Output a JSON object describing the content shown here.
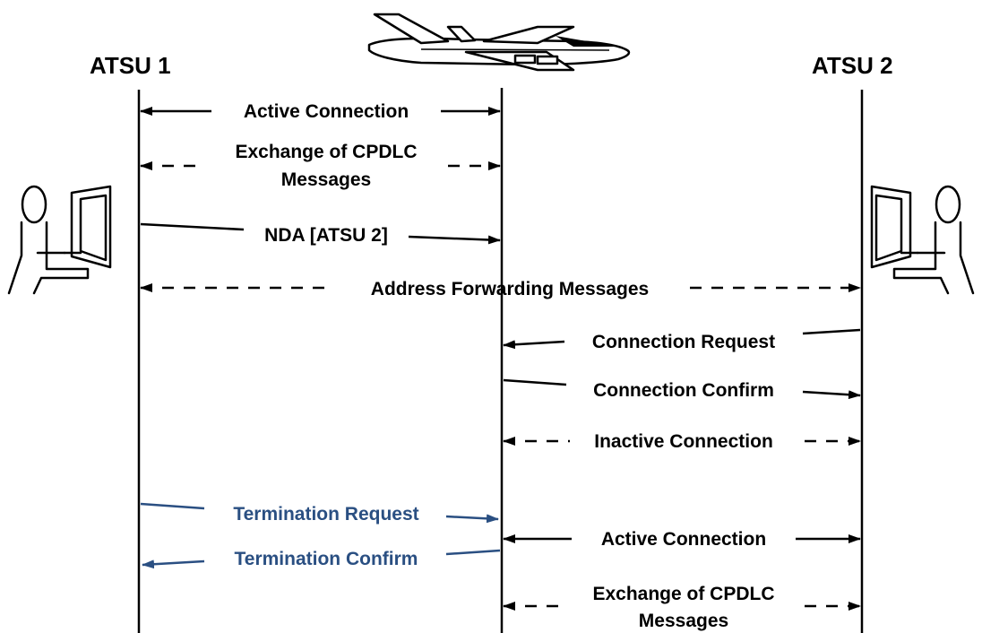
{
  "headers": {
    "atsu1": "ATSU 1",
    "atsu2": "ATSU 2"
  },
  "messages": [
    {
      "id": "m1",
      "label": "Active Connection",
      "style": "solid-bidirectional"
    },
    {
      "id": "m2",
      "label_line1": "Exchange of CPDLC",
      "label_line2": "Messages",
      "style": "dashed-bidirectional"
    },
    {
      "id": "m3",
      "label": "NDA [ATSU 2]",
      "style": "solid-one-way"
    },
    {
      "id": "m4",
      "label": "Address Forwarding Messages",
      "style": "dashed-bidirectional"
    },
    {
      "id": "m5",
      "label": "Connection Request",
      "style": "solid-one-way"
    },
    {
      "id": "m6",
      "label": "Connection Confirm",
      "style": "solid-one-way"
    },
    {
      "id": "m7",
      "label": "Inactive Connection",
      "style": "dashed-bidirectional"
    },
    {
      "id": "m8",
      "label": "Termination Request",
      "style": "solid-one-way",
      "color": "#2a4f82"
    },
    {
      "id": "m9",
      "label": "Active Connection",
      "style": "solid-bidirectional"
    },
    {
      "id": "m10",
      "label": "Termination Confirm",
      "style": "solid-one-way",
      "color": "#2a4f82"
    },
    {
      "id": "m11",
      "label_line1": "Exchange of CPDLC",
      "label_line2": "Messages",
      "style": "dashed-bidirectional"
    }
  ],
  "icons": {
    "aircraft": "airplane-icon",
    "controller_left": "controller-workstation-icon",
    "controller_right": "controller-workstation-icon"
  },
  "colors": {
    "line": "#000000",
    "termination": "#2a4f82"
  }
}
